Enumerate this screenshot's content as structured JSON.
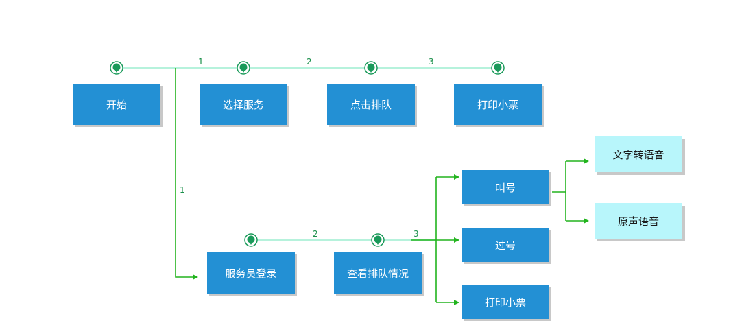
{
  "colors": {
    "box": "#2390d4",
    "box_light": "#b8f6fb",
    "line_top": "#b6f2dc",
    "line_green": "#22b41e",
    "marker": "#1a9a5a"
  },
  "top_flow": {
    "boxes": [
      "开始",
      "选择服务",
      "点击排队",
      "打印小票"
    ],
    "steps": [
      "1",
      "2",
      "3"
    ]
  },
  "bottom_flow": {
    "branch_step": "1",
    "boxes": [
      "服务员登录",
      "查看排队情况"
    ],
    "steps": [
      "2",
      "3"
    ],
    "targets": [
      "叫号",
      "过号",
      "打印小票"
    ]
  },
  "call_options": [
    "文字转语音",
    "原声语音"
  ]
}
